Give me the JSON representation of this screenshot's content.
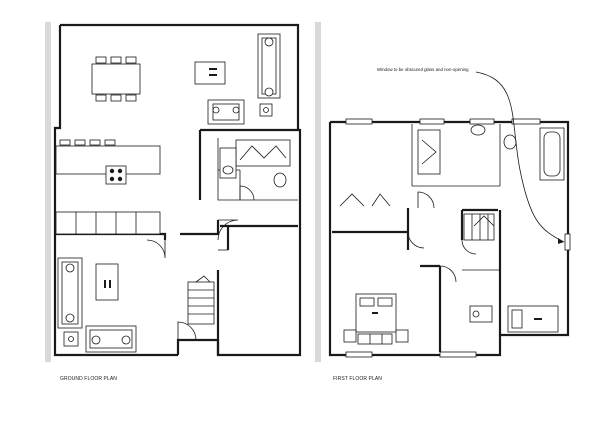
{
  "ground_floor": {
    "label": "GROUND FLOOR PLAN"
  },
  "first_floor": {
    "label": "FIRST FLOOR PLAN",
    "annotation": "Window to be obscured glass and non-opening"
  },
  "colors": {
    "line": "#1a1a1a",
    "background": "#ffffff",
    "hatch": "#d9d9d9"
  }
}
